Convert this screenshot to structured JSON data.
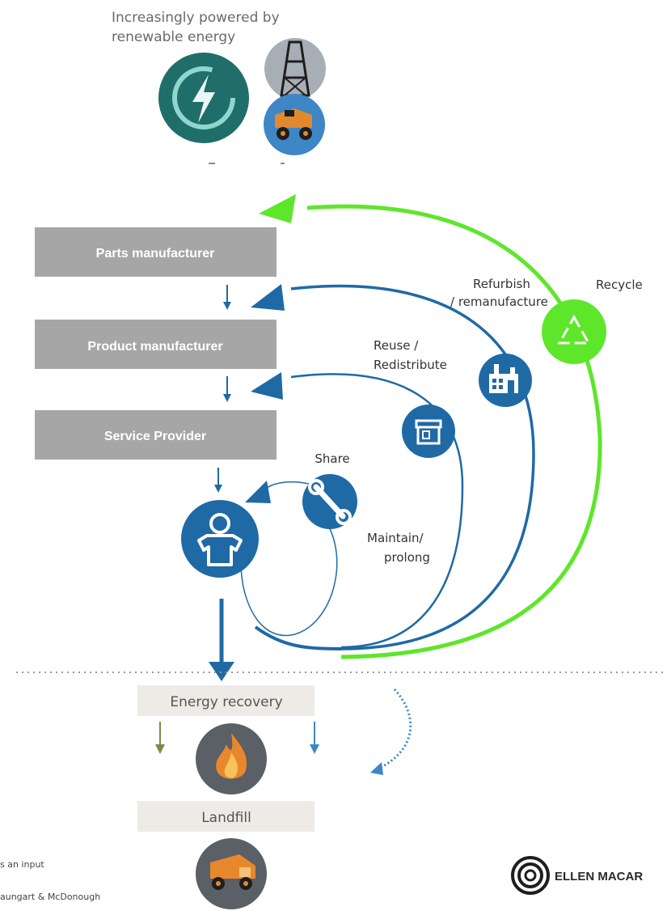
{
  "header": {
    "line1": "Increasingly powered by",
    "line2": "renewable energy"
  },
  "flow": {
    "parts_manufacturer": "Parts manufacturer",
    "product_manufacturer": "Product manufacturer",
    "service_provider": "Service Provider"
  },
  "loops": {
    "share": "Share",
    "maintain_line1": "Maintain/",
    "maintain_line2": "prolong",
    "reuse_line1": "Reuse /",
    "reuse_line2": "Redistribute",
    "refurbish_line1": "Refurbish",
    "refurbish_line2": "/ remanufacture",
    "recycle": "Recycle"
  },
  "end_of_life": {
    "energy_recovery": "Energy recovery",
    "landfill": "Landfill"
  },
  "footnotes": {
    "line1": "s an input",
    "line2": "aungart & McDonough"
  },
  "brand": {
    "name": "ELLEN MACAR"
  },
  "icons": {
    "renewable": "renewable-energy-icon",
    "oil_rig": "oil-rig-icon",
    "mining_truck": "mining-truck-icon",
    "recycle": "recycle-icon",
    "factory": "factory-icon",
    "shop": "shop-icon",
    "wrench": "wrench-icon",
    "user": "user-icon",
    "fire": "fire-icon",
    "dump_truck": "dump-truck-icon",
    "logo": "ellen-macarthur-logo-icon"
  },
  "colors": {
    "box_grey": "#a6a6a6",
    "loop_blue": "#1f6aa5",
    "recycle_green": "#5ee62b",
    "teal": "#1f6e6a",
    "light_box": "#eeebe6",
    "dark_circle": "#5b5f66"
  }
}
